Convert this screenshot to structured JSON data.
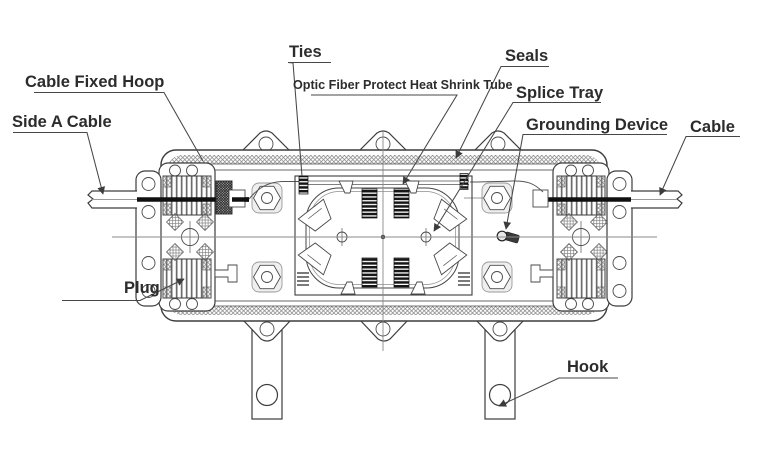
{
  "diagram": {
    "kind": "fiber-optic-splice-closure-technical-drawing",
    "labels": {
      "cable_fixed_hoop": "Cable Fixed Hoop",
      "side_a_cable": "Side A Cable",
      "ties": "Ties",
      "optic_fiber_tube": "Optic Fiber Protect Heat Shrink Tube",
      "seals": "Seals",
      "splice_tray": "Splice Tray",
      "grounding_device": "Grounding Device",
      "cable": "Cable",
      "plug": "Plug",
      "hook": "Hook"
    },
    "colors": {
      "background": "#ffffff",
      "line": "#3d3d3d",
      "text": "#2c2c2c",
      "cable": "#101010"
    }
  }
}
